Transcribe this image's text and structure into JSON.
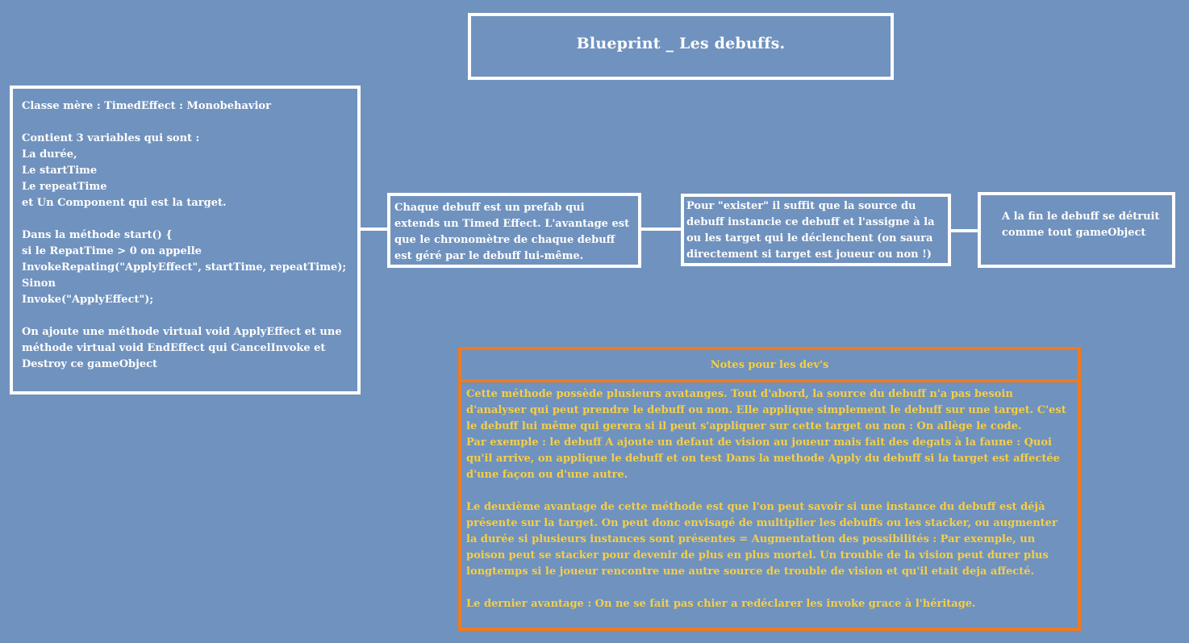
{
  "title": "Blueprint _ Les debuffs.",
  "mother_class": {
    "lines": [
      "Classe mère : TimedEffect : Monobehavior",
      "",
      "Contient 3 variables qui sont :",
      "La durée,",
      "Le startTime",
      "Le repeatTime",
      "et Un Component qui est la target.",
      "",
      "Dans la méthode start() {",
      "si le RepatTime > 0 on appelle",
      "InvokeRepating(\"ApplyEffect\", startTime, repeatTime);",
      "Sinon",
      "Invoke(\"ApplyEffect\");",
      "",
      "On ajoute une méthode virtual void ApplyEffect et une méthode virtual void EndEffect qui CancelInvoke et Destroy ce gameObject"
    ]
  },
  "prefab_box": {
    "text": "Chaque debuff est un prefab qui extends un Timed Effect. L'avantage est que le chronomètre de chaque debuff est géré par le debuff lui-même."
  },
  "exist_box": {
    "text": "Pour \"exister\" il suffit que la source du debuff instancie ce debuff et l'assigne à la ou les target qui le déclenchent (on saura directement si target est joueur ou non !)"
  },
  "end_box": {
    "text": "A la fin le debuff se détruit comme tout gameObject"
  },
  "notes": {
    "header": "Notes pour les dev's",
    "paragraphs": [
      "Cette méthode possède plusieurs avatanges. Tout d'abord, la source du debuff n'a pas besoin d'analyser qui peut prendre le debuff ou non. Elle applique simplement le debuff sur une target. C'est le debuff lui même qui gerera si il peut s'appliquer sur cette target ou non : On allège le code.",
      "Par exemple : le debuff A ajoute un defaut de vision au joueur mais fait des degats à la faune : Quoi qu'il arrive, on applique le debuff et on test Dans la methode Apply du debuff si la target est affectée d'une façon ou d'une autre.",
      "",
      "Le deuxième avantage de cette méthode est que l'on peut savoir si une instance du debuff est déjà présente sur la target. On peut donc envisagé de multiplier les debuffs ou les stacker, ou augmenter la durée si plusieurs instances sont présentes = Augmentation des possibilités : Par exemple, un poison peut se stacker pour devenir de plus en plus mortel. Un trouble de la vision peut durer plus longtemps si le joueur rencontre une autre source de trouble de vision et qu'il etait deja affecté.",
      "",
      "Le dernier avantage : On ne se fait pas chier a redéclarer les invoke grace à l'héritage."
    ]
  },
  "colors": {
    "background": "#7092be",
    "box_border": "#ffffff",
    "notes_border": "#f07a1e",
    "notes_text": "#f5cf45"
  }
}
